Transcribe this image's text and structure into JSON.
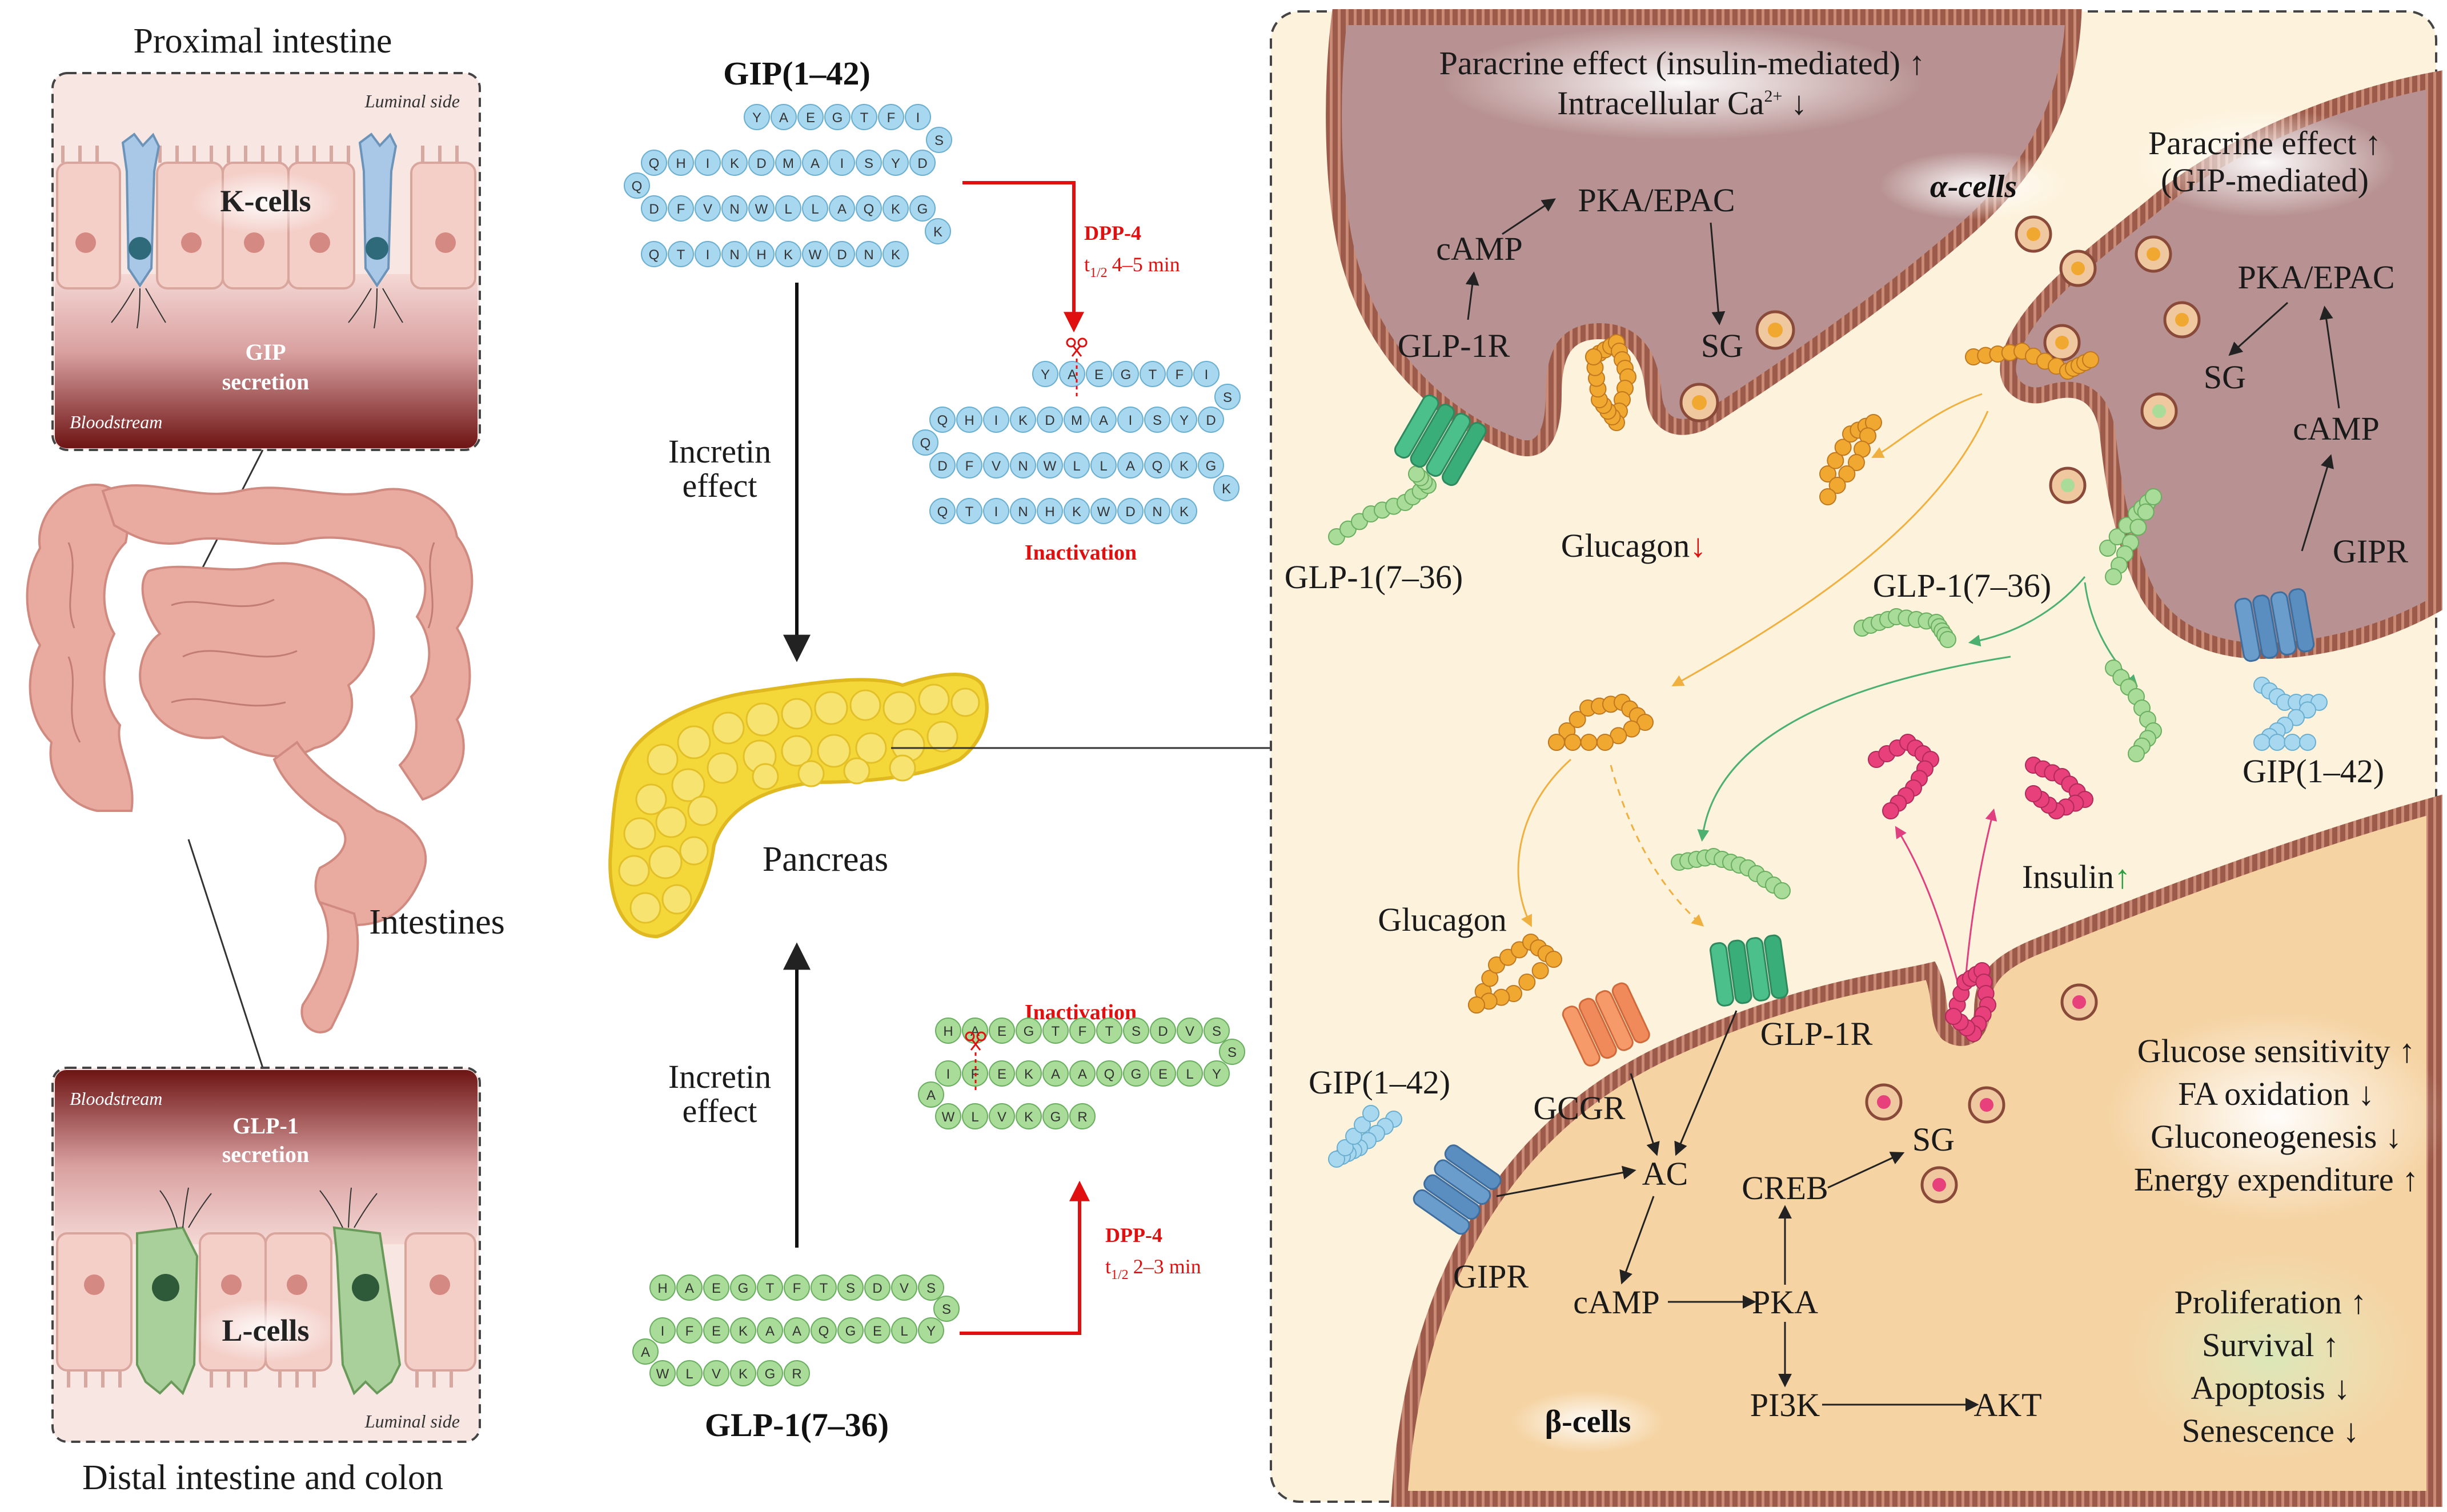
{
  "colors": {
    "k_cell": "#a9c8e8",
    "l_cell": "#a9cf9b",
    "gip_bead": "#a8d8f0",
    "glp1_bead": "#a8dc98",
    "glucagon_bead": "#f0a830",
    "insulin_bead": "#e8407a",
    "dpp4": "#e01010",
    "alpha_cell": "#b89292",
    "beta_cell": "#f5d3a2",
    "pancreas": "#f4d83a",
    "intestine": "#e9aaa0",
    "bloodstream": "#7a1e1e"
  },
  "left": {
    "top_panel_title": "Proximal intestine",
    "top_luminal": "Luminal side",
    "top_cells": "K-cells",
    "top_secretion_1": "GIP",
    "top_secretion_2": "secretion",
    "top_bloodstream": "Bloodstream",
    "intestines_label": "Intestines",
    "bottom_bloodstream": "Bloodstream",
    "bottom_secretion_1": "GLP-1",
    "bottom_secretion_2": "secretion",
    "bottom_cells": "L-cells",
    "bottom_luminal": "Luminal side",
    "bottom_panel_title": "Distal intestine and colon"
  },
  "middle": {
    "gip_title": "GIP(1–42)",
    "gip_rows": [
      [
        "Y",
        "A",
        "E",
        "G",
        "T",
        "F",
        "I"
      ],
      [
        "Q",
        "H",
        "I",
        "K",
        "D",
        "M",
        "A",
        "I",
        "S",
        "Y",
        "D"
      ],
      [
        "D",
        "F",
        "V",
        "N",
        "W",
        "L",
        "L",
        "A",
        "Q",
        "K",
        "G"
      ],
      [
        "Q",
        "T",
        "I",
        "N",
        "H",
        "K",
        "W",
        "D",
        "N",
        "K"
      ]
    ],
    "gip_turn_residues": [
      "S",
      "Q",
      "K"
    ],
    "gip_dpp4": "DPP-4",
    "gip_half_life_t": "t",
    "gip_half_life_sub": "1/2",
    "gip_half_life": "4–5 min",
    "gip_inactivation": "Inactivation",
    "incretin_top_1": "Incretin",
    "incretin_top_2": "effect",
    "pancreas_label": "Pancreas",
    "incretin_bottom_1": "Incretin",
    "incretin_bottom_2": "effect",
    "glp1_inactivation": "Inactivation",
    "glp1_rows": [
      [
        "H",
        "A",
        "E",
        "G",
        "T",
        "F",
        "T",
        "S",
        "D",
        "V",
        "S"
      ],
      [
        "I",
        "F",
        "E",
        "K",
        "A",
        "A",
        "Q",
        "G",
        "E",
        "L",
        "Y"
      ],
      [
        "W",
        "L",
        "V",
        "K",
        "G",
        "R"
      ]
    ],
    "glp1_turn_residues": [
      "S",
      "A"
    ],
    "glp1_dpp4": "DPP-4",
    "glp1_half_life_t": "t",
    "glp1_half_life_sub": "1/2",
    "glp1_half_life": "2–3 min",
    "glp1_title": "GLP-1(7–36)"
  },
  "right": {
    "alpha_effect_1": "Paracrine effect (insulin-mediated) ↑",
    "alpha_effect_2a": "Intracellular Ca",
    "alpha_effect_2sup": "2+",
    "alpha_effect_2b": " ↓",
    "alpha_cells": "α-cells",
    "alpha_pka": "PKA/EPAC",
    "alpha_camp": "cAMP",
    "alpha_glp1r": "GLP-1R",
    "alpha_sg": "SG",
    "glucagon_down": "Glucagon",
    "down_arrow": "↓",
    "glp1_left": "GLP-1(7–36)",
    "alpha2_effect_1": "Paracrine effect ↑",
    "alpha2_effect_2": "(GIP-mediated)",
    "alpha2_pka": "PKA/EPAC",
    "alpha2_sg": "SG",
    "alpha2_camp": "cAMP",
    "alpha2_gipr": "GIPR",
    "glp1_mid": "GLP-1(7–36)",
    "gip_right": "GIP(1–42)",
    "insulin": "Insulin",
    "up_arrow": "↑",
    "glucagon_beta": "Glucagon",
    "gip_beta": "GIP(1–42)",
    "gcgr": "GCGR",
    "glp1r_beta": "GLP-1R",
    "gipr_beta": "GIPR",
    "ac": "AC",
    "creb": "CREB",
    "sg_beta": "SG",
    "camp_beta": "cAMP",
    "pka_beta": "PKA",
    "pi3k": "PI3K",
    "akt": "AKT",
    "beta_cells": "β-cells",
    "effects_1": [
      "Glucose sensitivity ↑",
      "FA oxidation ↓",
      "Gluconeogenesis ↓",
      "Energy expenditure ↑"
    ],
    "effects_2": [
      "Proliferation ↑",
      "Survival ↑",
      "Apoptosis ↓",
      "Senescence ↓"
    ]
  }
}
